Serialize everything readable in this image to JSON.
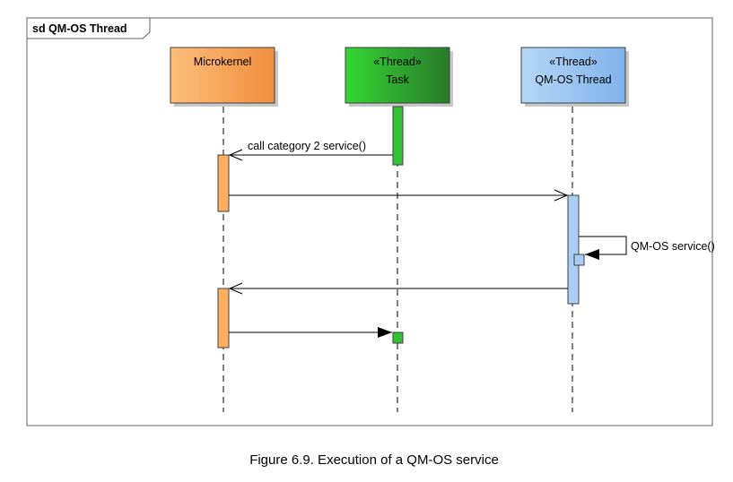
{
  "frame": {
    "title": "sd QM-OS Thread"
  },
  "lifelines": {
    "microkernel": {
      "name": "Microkernel",
      "color_light": "#FDBE7C",
      "color_dark": "#F08E3C"
    },
    "task": {
      "stereotype": "«Thread»",
      "name": "Task",
      "color_light": "#33D633",
      "color_dark": "#2A7A2A"
    },
    "qmos": {
      "stereotype": "«Thread»",
      "name": "QM-OS Thread",
      "color_light": "#B6D7F7",
      "color_dark": "#7FB2EA"
    }
  },
  "messages": {
    "call_service": "call category 2 service()",
    "self_call": "QM-OS service()"
  },
  "caption": "Figure 6.9. Execution of a QM-OS service"
}
